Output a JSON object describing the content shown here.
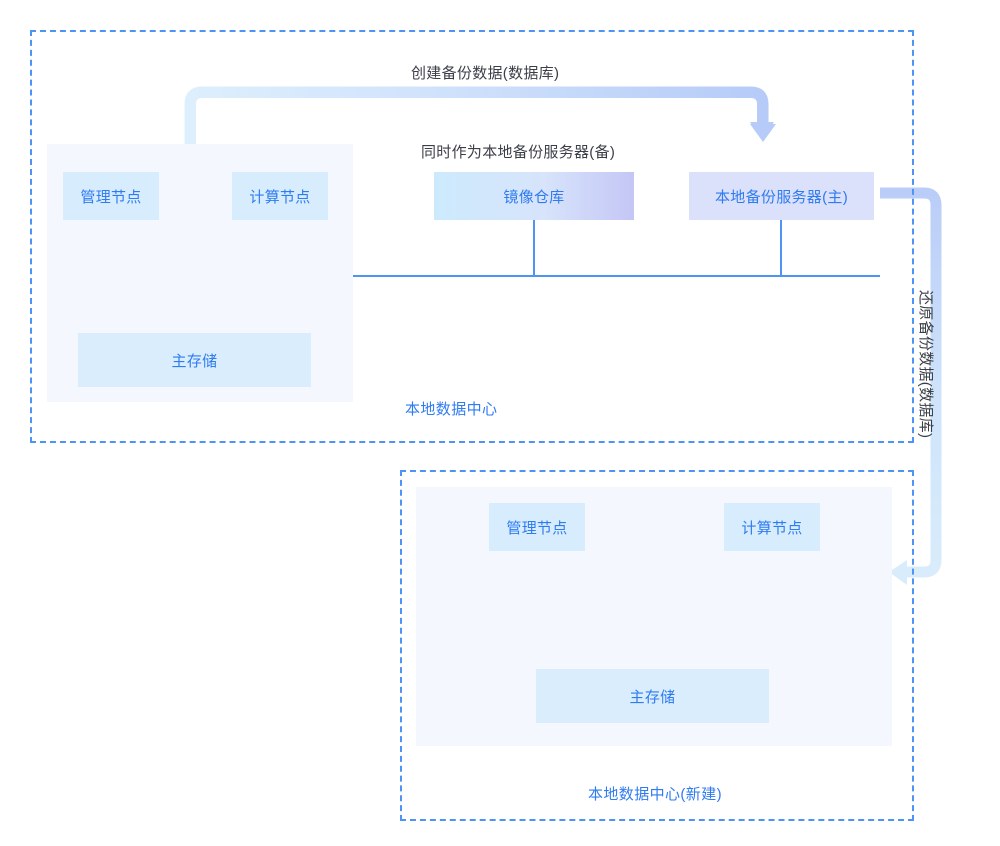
{
  "diagram": {
    "title_visible": false,
    "colors": {
      "zone_border": "#4e94f5",
      "panel_bg": "#f4f8fe",
      "node_text": "#2f7bf0",
      "node_bg_light": "#d7ecfd",
      "registry_gradient_start": "#cdeafd",
      "registry_gradient_end": "#c4c6f5",
      "backup_bg": "#dbe0fb",
      "wire": "#4e94f5",
      "arrow_light": "#d8ecfb",
      "arrow_strong": "#b9cdf8",
      "flow_label_text": "#3b3f47"
    }
  },
  "zones": {
    "top": {
      "label": "本地数据中心"
    },
    "bottom": {
      "label": "本地数据中心(新建)"
    }
  },
  "nodes": {
    "top": {
      "management": "管理节点",
      "compute": "计算节点",
      "registry": "镜像仓库",
      "backup_server": "本地备份服务器(主)",
      "primary_storage": "主存储"
    },
    "bottom": {
      "management": "管理节点",
      "compute": "计算节点",
      "primary_storage": "主存储"
    }
  },
  "flows": {
    "create_backup": "创建备份数据(数据库)",
    "also_as_secondary": "同时作为本地备份服务器(备)",
    "restore_backup": "还原备份数据(数据库)"
  }
}
